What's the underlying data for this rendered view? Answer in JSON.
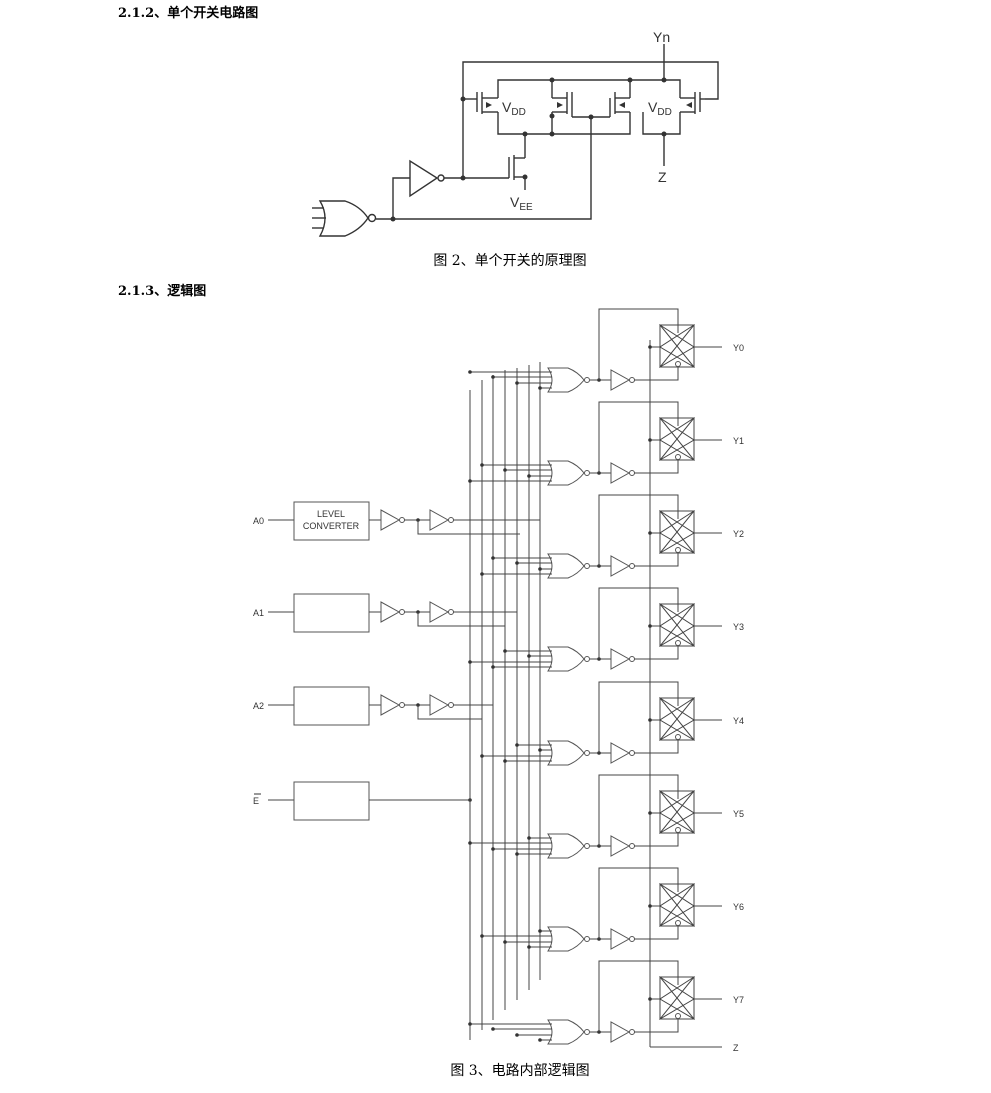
{
  "section_212": {
    "heading": "2.1.2、单个开关电路图",
    "figure": {
      "labels": {
        "output": "Yn",
        "common": "Z",
        "vdd_left": "V",
        "vdd_left_sub": "DD",
        "vdd_right": "V",
        "vdd_right_sub": "DD",
        "vee": "V",
        "vee_sub": "EE"
      },
      "caption": "图 2、单个开关的原理图"
    }
  },
  "section_213": {
    "heading": "2.1.3、逻辑图",
    "figure": {
      "inputs": [
        {
          "label": "A0",
          "block": [
            "LEVEL",
            "CONVERTER"
          ]
        },
        {
          "label": "A1",
          "block": []
        },
        {
          "label": "A2",
          "block": []
        },
        {
          "label": "E",
          "overbar": true,
          "block": []
        }
      ],
      "outputs": [
        "Y0",
        "Y1",
        "Y2",
        "Y3",
        "Y4",
        "Y5",
        "Y6",
        "Y7"
      ],
      "common_output": "Z",
      "caption": "图 3、电路内部逻辑图"
    }
  }
}
